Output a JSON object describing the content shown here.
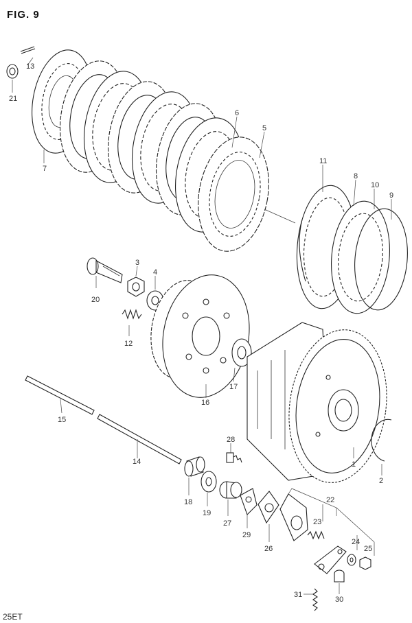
{
  "figure": {
    "title": "FIG. 9",
    "code": "25ET"
  },
  "parts": [
    {
      "id": "p1",
      "label": "1"
    },
    {
      "id": "p2",
      "label": "2"
    },
    {
      "id": "p3",
      "label": "3"
    },
    {
      "id": "p4",
      "label": "4"
    },
    {
      "id": "p5",
      "label": "5"
    },
    {
      "id": "p6",
      "label": "6"
    },
    {
      "id": "p7",
      "label": "7"
    },
    {
      "id": "p8",
      "label": "8"
    },
    {
      "id": "p9",
      "label": "9"
    },
    {
      "id": "p10",
      "label": "10"
    },
    {
      "id": "p11",
      "label": "11"
    },
    {
      "id": "p12",
      "label": "12"
    },
    {
      "id": "p13",
      "label": "13"
    },
    {
      "id": "p14",
      "label": "14"
    },
    {
      "id": "p15",
      "label": "15"
    },
    {
      "id": "p16",
      "label": "16"
    },
    {
      "id": "p17",
      "label": "17"
    },
    {
      "id": "p18",
      "label": "18"
    },
    {
      "id": "p19",
      "label": "19"
    },
    {
      "id": "p20",
      "label": "20"
    },
    {
      "id": "p21",
      "label": "21"
    },
    {
      "id": "p22",
      "label": "22"
    },
    {
      "id": "p23",
      "label": "23"
    },
    {
      "id": "p24",
      "label": "24"
    },
    {
      "id": "p25",
      "label": "25"
    },
    {
      "id": "p26",
      "label": "26"
    },
    {
      "id": "p27",
      "label": "27"
    },
    {
      "id": "p28",
      "label": "28"
    },
    {
      "id": "p29",
      "label": "29"
    },
    {
      "id": "p30",
      "label": "30"
    },
    {
      "id": "p31",
      "label": "31"
    }
  ]
}
